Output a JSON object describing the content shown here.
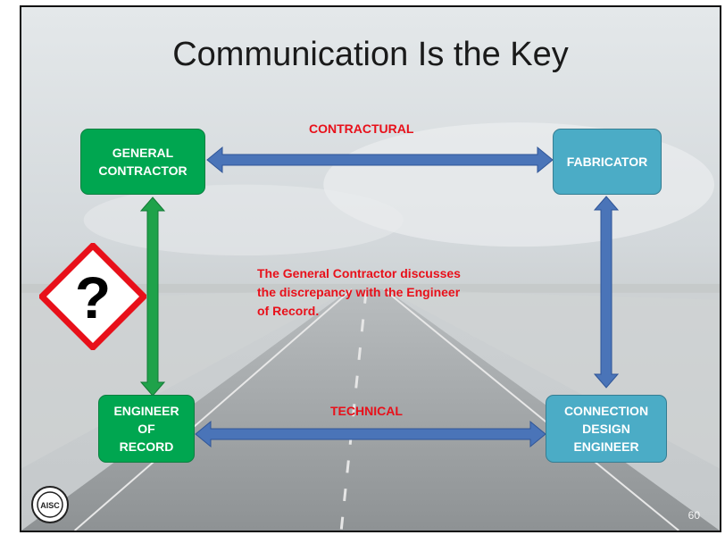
{
  "slide": {
    "title": "Communication Is the Key",
    "page_number": "60",
    "seal_text": "AISC"
  },
  "boxes": {
    "general_contractor": {
      "line1": "GENERAL",
      "line2": "CONTRACTOR",
      "color": "#00a650"
    },
    "fabricator": {
      "label": "FABRICATOR",
      "color": "#4bacc6"
    },
    "engineer_of_record": {
      "line1": "ENGINEER",
      "line2": "OF",
      "line3": "RECORD",
      "color": "#00a650"
    },
    "connection_design_engineer": {
      "line1": "CONNECTION",
      "line2": "DESIGN",
      "line3": "ENGINEER",
      "color": "#4bacc6"
    }
  },
  "labels": {
    "contractual": "CONTRACTURAL",
    "technical": "TECHNICAL",
    "note_line1": "The General Contractor discusses",
    "note_line2": "the discrepancy with the Engineer",
    "note_line3": "of Record."
  },
  "hazard_icon": {
    "name": "question-mark-warning-icon",
    "symbol": "?"
  },
  "colors": {
    "arrow_blue": "#4a74b8",
    "arrow_green": "#1fa24a",
    "label_red": "#e8101a"
  }
}
